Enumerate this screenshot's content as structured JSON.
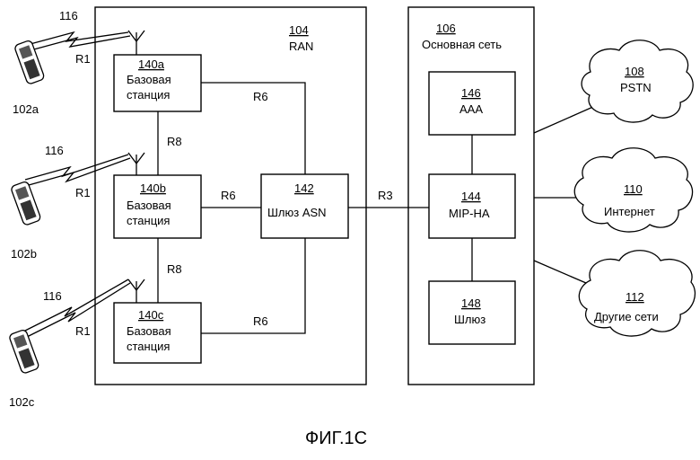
{
  "ran": {
    "ref": "104",
    "label": "RAN"
  },
  "core": {
    "ref": "106",
    "label": "Основная сеть"
  },
  "bs_a": {
    "ref": "140a",
    "line1": "Базовая",
    "line2": "станция"
  },
  "bs_b": {
    "ref": "140b",
    "line1": "Базовая",
    "line2": "станция"
  },
  "bs_c": {
    "ref": "140c",
    "line1": "Базовая",
    "line2": "станция"
  },
  "asn": {
    "ref": "142",
    "label": "Шлюз ASN"
  },
  "aaa": {
    "ref": "146",
    "label": "AAA"
  },
  "mipha": {
    "ref": "144",
    "label": "MIP-HA"
  },
  "gw": {
    "ref": "148",
    "label": "Шлюз"
  },
  "pstn": {
    "ref": "108",
    "label": "PSTN"
  },
  "internet": {
    "ref": "110",
    "label": "Интернет"
  },
  "other": {
    "ref": "112",
    "label": "Другие сети"
  },
  "wtru_a": "102a",
  "wtru_b": "102b",
  "wtru_c": "102c",
  "link_refs": {
    "a": "116",
    "b": "116",
    "c": "116"
  },
  "interfaces": {
    "r1_a": "R1",
    "r1_b": "R1",
    "r1_c": "R1",
    "r8_ab": "R8",
    "r8_bc": "R8",
    "r6_a": "R6",
    "r6_b": "R6",
    "r6_c": "R6",
    "r3": "R3"
  },
  "figure_caption": "ФИГ.1С"
}
